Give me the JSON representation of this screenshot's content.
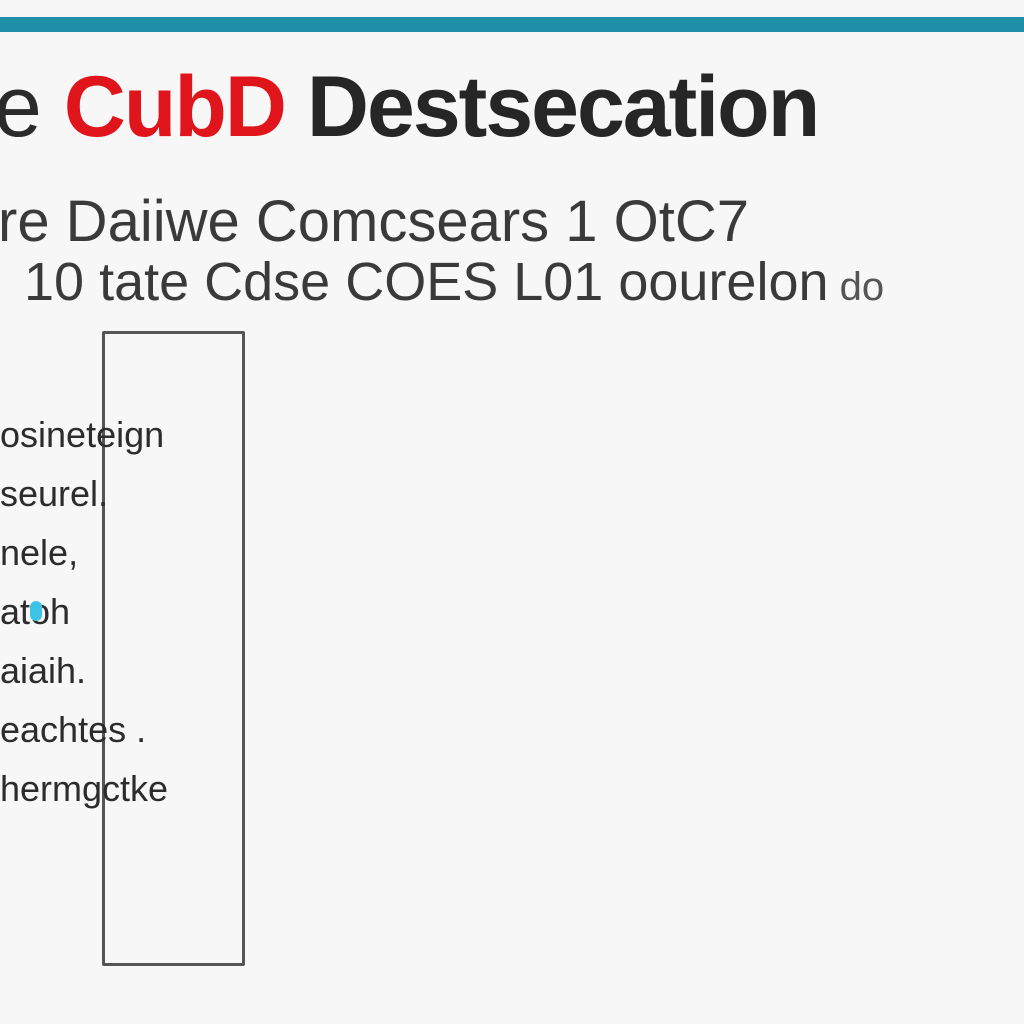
{
  "header": {
    "title_lead": "e ",
    "title_accent": "CubD",
    "title_rest": " Destsecation"
  },
  "subheader": {
    "line1": "re Daiiwe Comcsears 1 OtC7",
    "line2_main": "10 tate Cdse COES L01 oourelon",
    "line2_tail": " do"
  },
  "sidebar": {
    "items": [
      {
        "label": "osineteign"
      },
      {
        "label": "seurel."
      },
      {
        "label": "nele,"
      },
      {
        "label": "atoh"
      },
      {
        "label": "aiaih."
      },
      {
        "label": "eachtes ."
      },
      {
        "label": "hermgctke"
      }
    ]
  },
  "colors": {
    "accent_bar": "#1f8fa7",
    "title_accent": "#e0151b",
    "cursor_highlight": "#3cc3e6"
  }
}
